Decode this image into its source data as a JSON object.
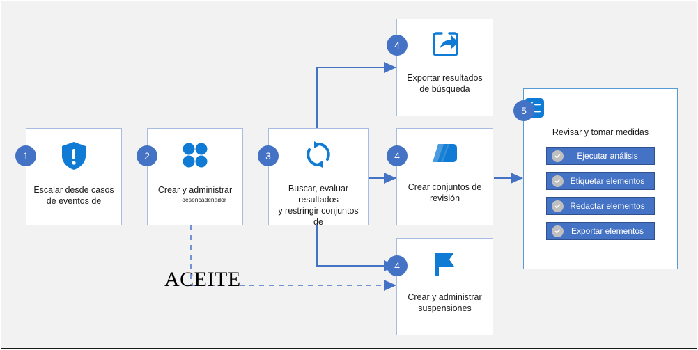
{
  "diagram": {
    "background_color": "#f2f2f2",
    "accent_color": "#4472c4",
    "icon_color": "#0f7bd4",
    "annotation": "ACEITE",
    "nodes": [
      {
        "id": "escalate",
        "badge": "1",
        "icon": "shield-alert-icon",
        "caption_line1": "Escalar desde casos",
        "caption_line2": "de eventos de"
      },
      {
        "id": "manage-cases",
        "badge": "2",
        "icon": "four-dots-icon",
        "caption_line1": "Crear y administrar",
        "caption_sub": "desencadenador"
      },
      {
        "id": "search-evaluate",
        "badge": "3",
        "icon": "sync-refresh-icon",
        "caption_line1": "Buscar, evaluar resultados",
        "caption_line2": "y restringir conjuntos de"
      },
      {
        "id": "export-results",
        "badge": "4",
        "icon": "export-share-icon",
        "caption_line1": "Exportar resultados",
        "caption_line2": "de búsqueda"
      },
      {
        "id": "review-sets",
        "badge": "4",
        "icon": "layers-stack-icon",
        "caption_line1": "Crear conjuntos de",
        "caption_line2": "revisión"
      },
      {
        "id": "holds",
        "badge": "4",
        "icon": "flag-icon",
        "caption_line1": "Crear y administrar",
        "caption_line2": "suspensiones"
      }
    ],
    "panel": {
      "badge": "5",
      "icon": "checklist-icon",
      "title": "Revisar y tomar medidas",
      "actions": [
        {
          "label": "Ejecutar análisis",
          "icon": "check-circle-icon"
        },
        {
          "label": "Etiquetar elementos",
          "icon": "check-circle-icon"
        },
        {
          "label": "Redactar elementos",
          "icon": "check-circle-icon"
        },
        {
          "label": "Exportar elementos",
          "icon": "check-circle-icon"
        }
      ]
    }
  }
}
